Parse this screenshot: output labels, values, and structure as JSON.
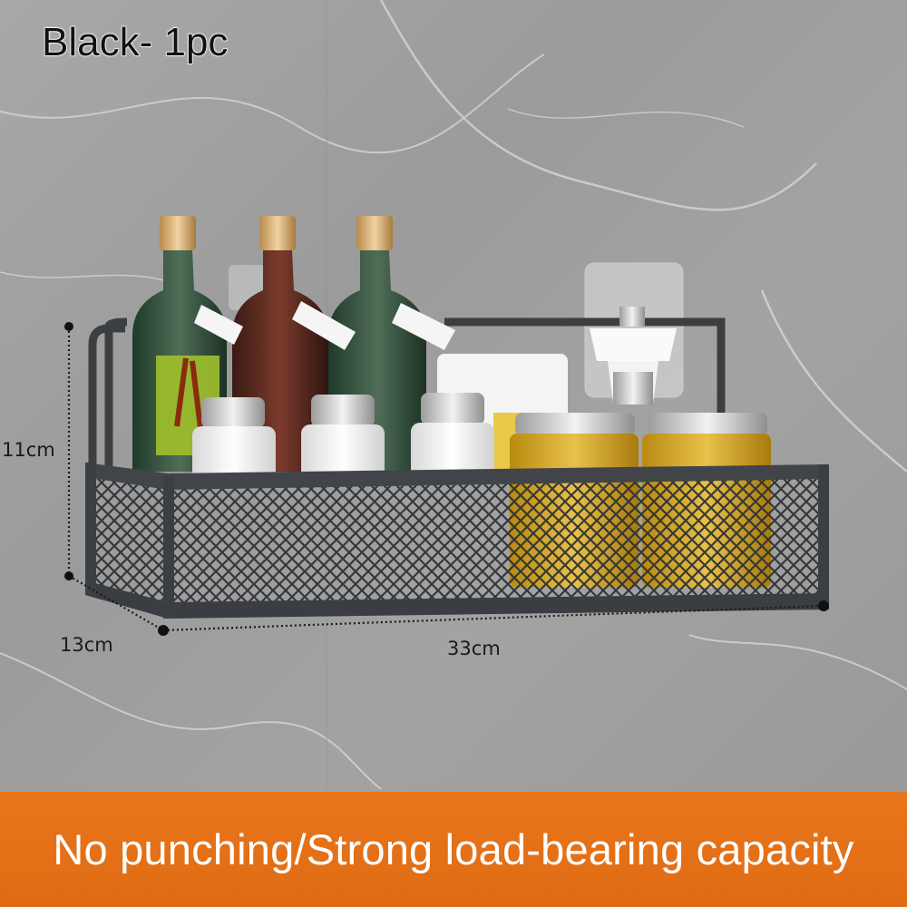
{
  "variant": {
    "label": "Black- 1pc"
  },
  "dimensions": {
    "height": "11cm",
    "depth": "13cm",
    "width": "33cm"
  },
  "banner": {
    "text": "No punching/Strong load-bearing capacity"
  },
  "colors": {
    "banner": "#e06b14",
    "rack": "#3c3f42",
    "wall": "#9f9f9f"
  }
}
